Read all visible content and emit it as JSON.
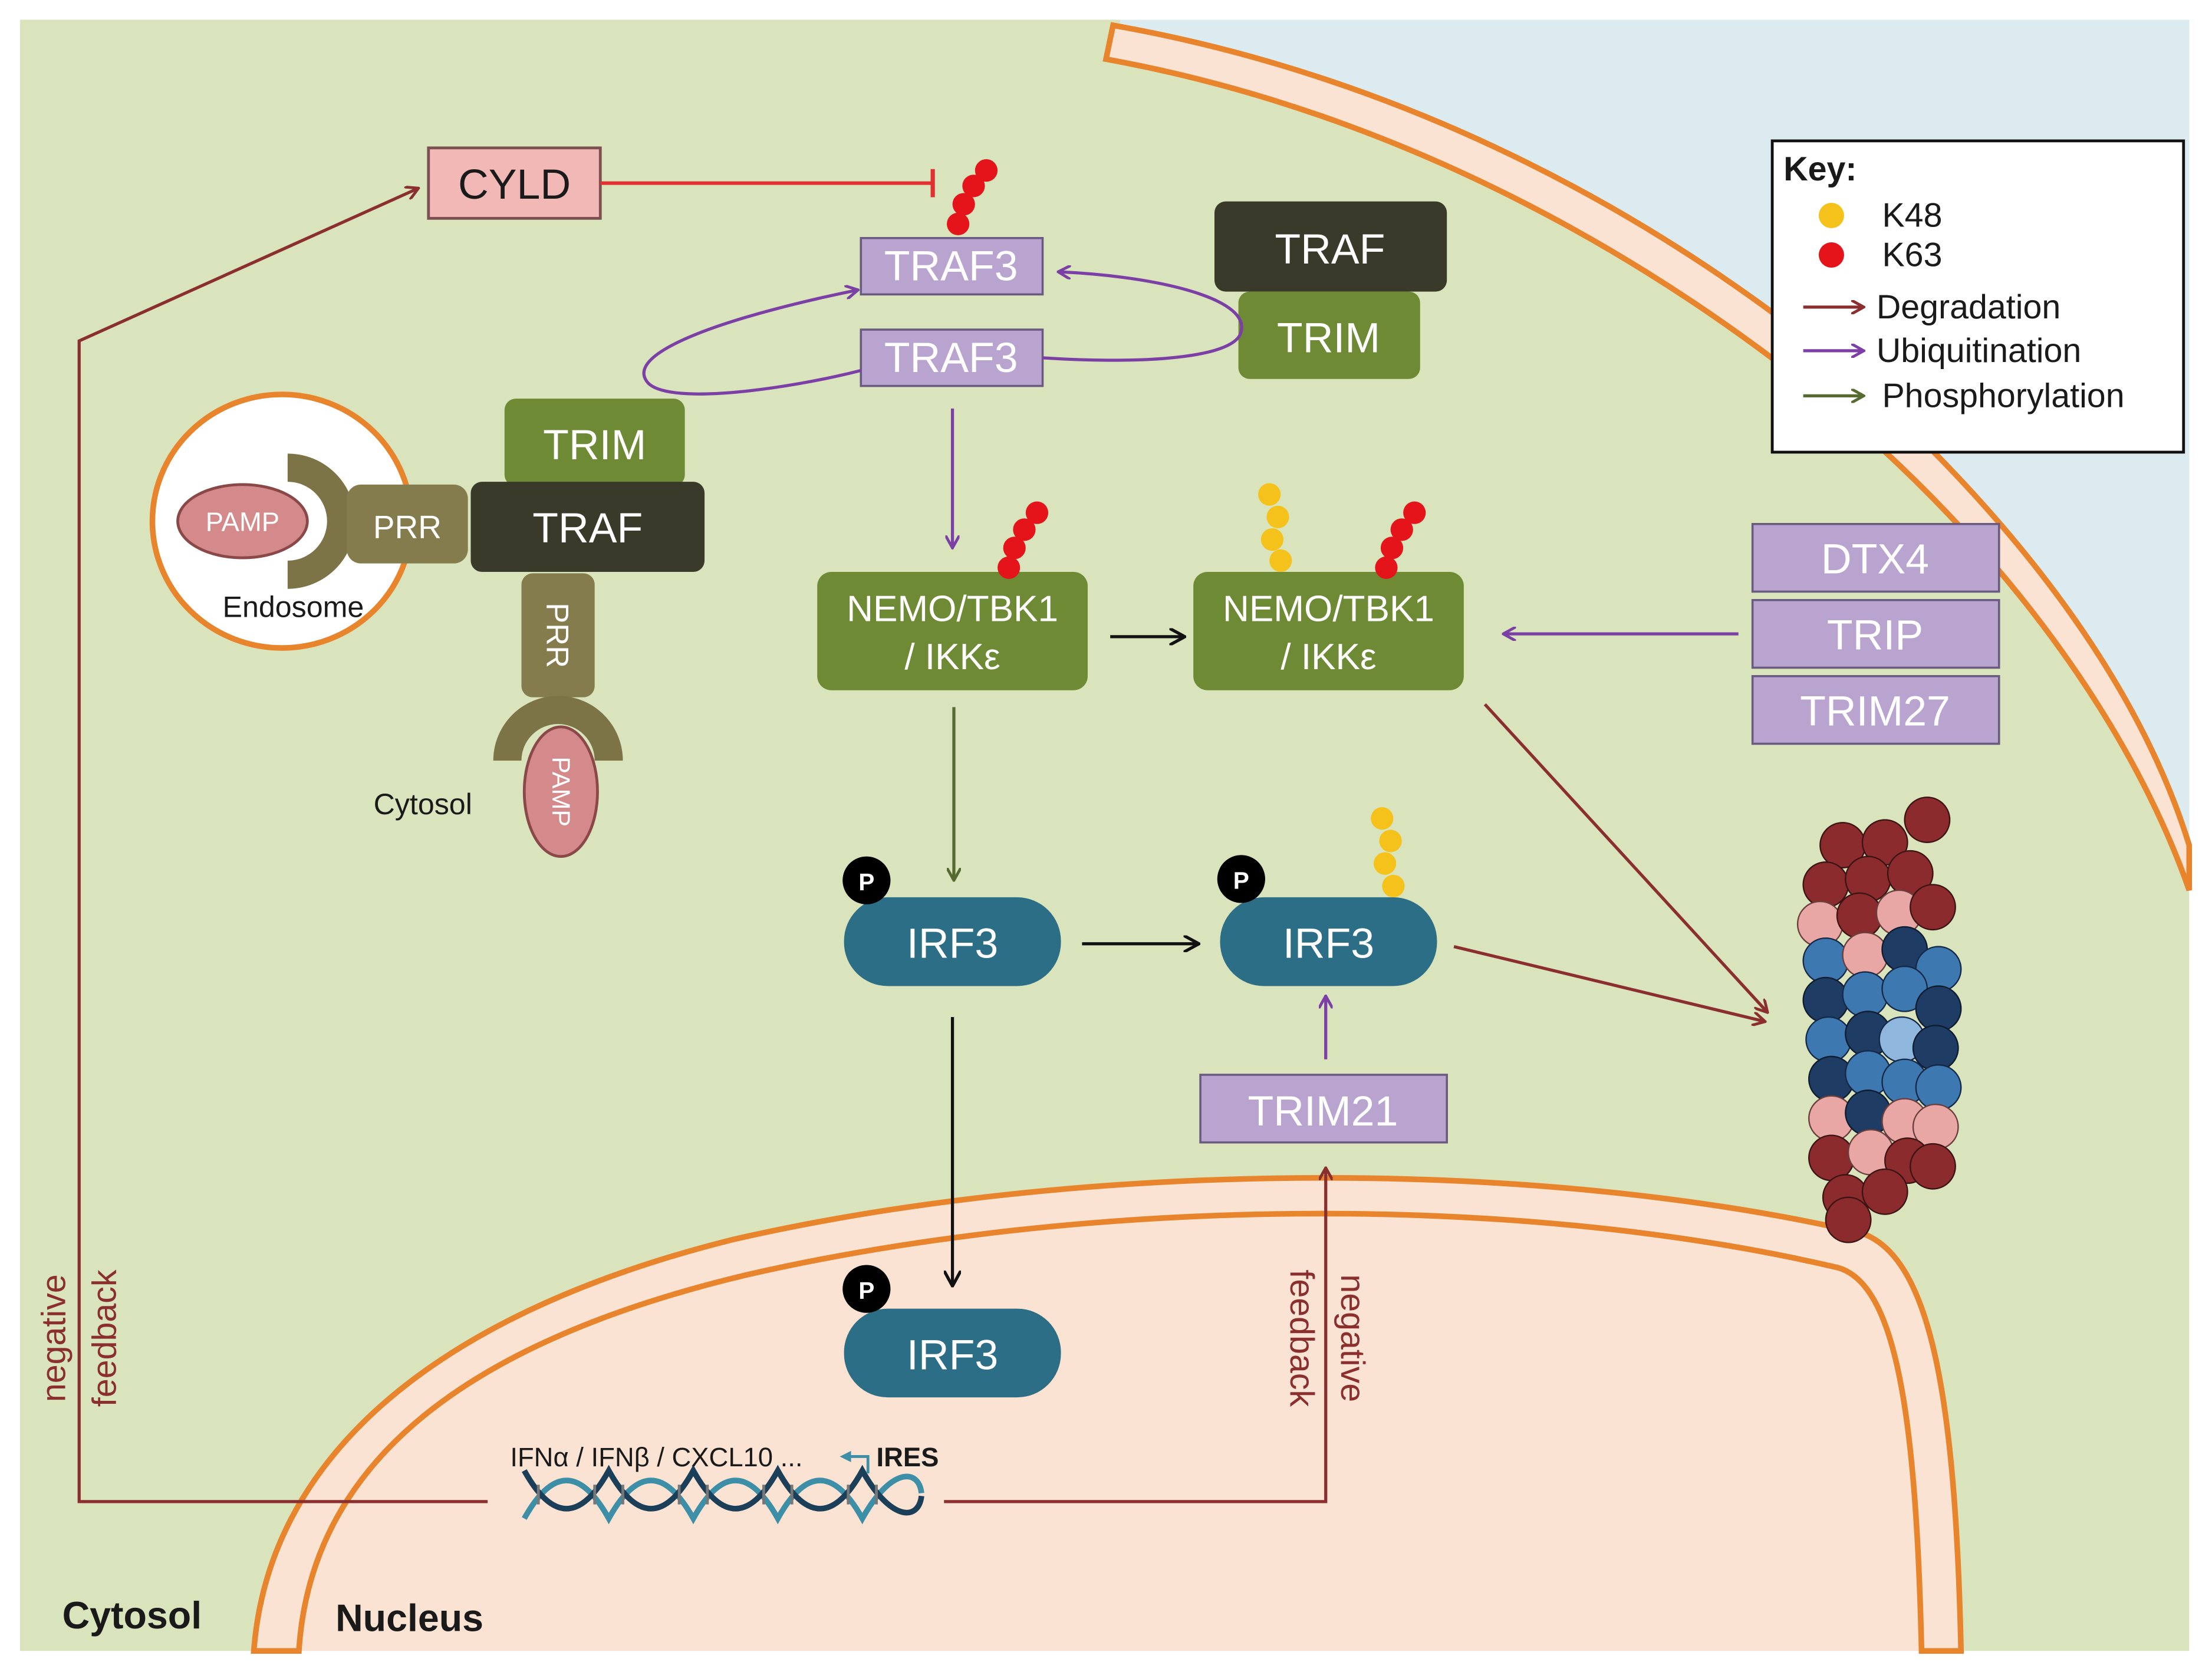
{
  "colors": {
    "cytosol_bg": "#d9e4bd",
    "nucleus_bg": "#fbe3d4",
    "outer_bg": "#dcebf0",
    "membrane": "#e8842c",
    "degradation_arrow": "#8b2e2e",
    "ubiquitination_arrow": "#7b3fa5",
    "phosphorylation_arrow": "#556b2f",
    "inhibition": "#e03030",
    "k48": "#f5c21b",
    "k63": "#e5141b",
    "irf3": "#2c6e85",
    "trim": "#6e8a35",
    "traf": "#3a3a2a",
    "purple_box": "#b8a4cf",
    "cyld_box": "#f2b8b5",
    "proteasome_dark": "#8b2b2e",
    "proteasome_pink": "#e8a7a4",
    "proteasome_blue": "#3e78b0",
    "proteasome_navy": "#1f3c64"
  },
  "labels": {
    "cyld": "CYLD",
    "traf3_top": "TRAF3",
    "traf3_bottom": "TRAF3",
    "traf_right": "TRAF",
    "trim_right": "TRIM",
    "trim_left": "TRIM",
    "traf_left": "TRAF",
    "pamp_endosome": "PAMP",
    "prr_endosome": "PRR",
    "endosome": "Endosome",
    "prr_cytosol": "PRR",
    "pamp_cytosol": "PAMP",
    "cytosol_small": "Cytosol",
    "nemo_left_1": "NEMO/TBK1",
    "nemo_left_2": "/ IKKε",
    "nemo_right_1": "NEMO/TBK1",
    "nemo_right_2": "/ IKKε",
    "dtx4": "DTX4",
    "trip": "TRIP",
    "trim27": "TRIM27",
    "irf3_left": "IRF3",
    "irf3_right": "IRF3",
    "irf3_nucleus": "IRF3",
    "phospho": "P",
    "trim21": "TRIM21",
    "genes": "IFNα / IFNβ / CXCL10 ...",
    "ires": "IRES",
    "neg_feedback_left_1": "negative",
    "neg_feedback_left_2": "feedback",
    "neg_feedback_right_1": "negative",
    "neg_feedback_right_2": "feedback",
    "cytosol_bottom": "Cytosol",
    "nucleus_bottom": "Nucleus"
  },
  "key": {
    "title": "Key:",
    "k48": "K48",
    "k63": "K63",
    "degradation": "Degradation",
    "ubiquitination": "Ubiquitination",
    "phosphorylation": "Phosphorylation"
  }
}
